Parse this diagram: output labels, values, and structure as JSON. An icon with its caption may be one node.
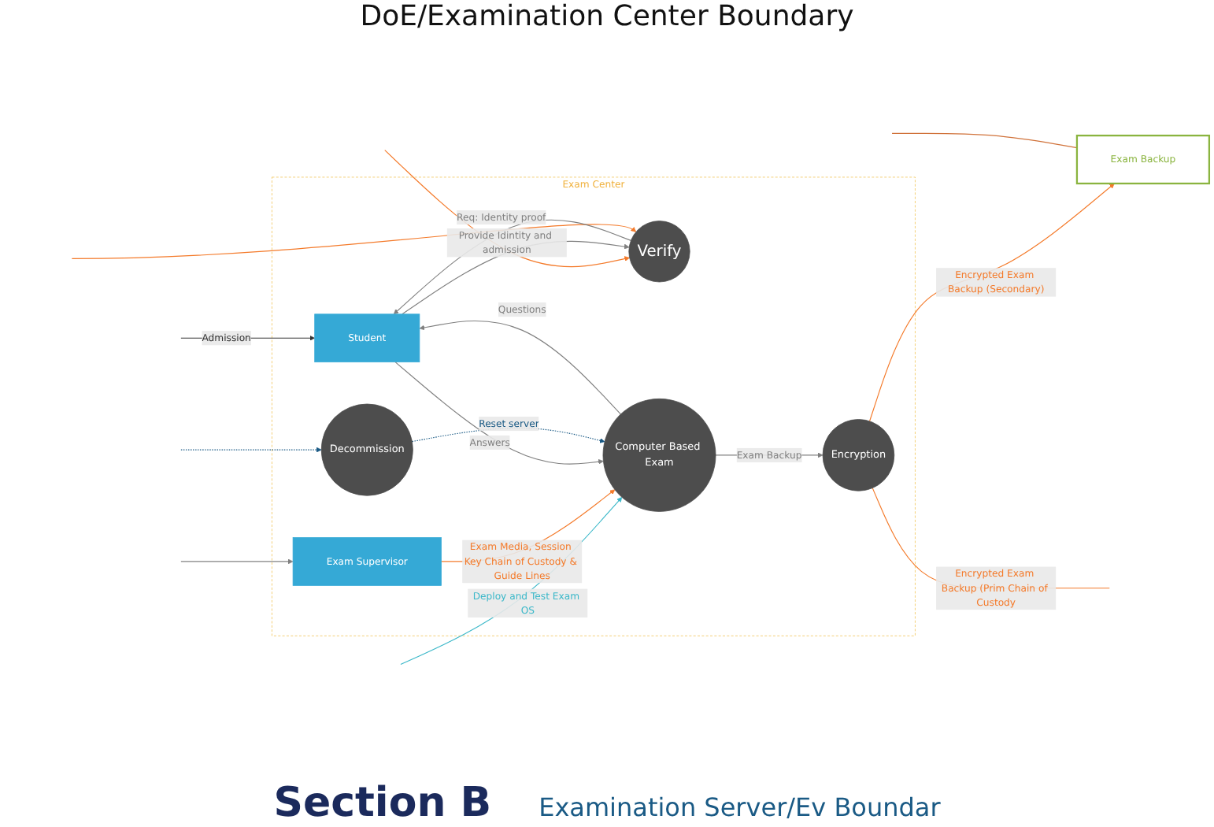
{
  "diagram": {
    "nodes": [
      {
        "text": [
          "Exam Center"
        ]
      },
      {
        "text": [
          "Student"
        ],
        "in": 0
      },
      {
        "text": [
          "Verify"
        ],
        "in": 0
      },
      {
        "text": [
          "Exam Supervisor"
        ],
        "in": 0
      },
      {
        "text": [
          "Decommission"
        ],
        "in": 0
      },
      {
        "text": [
          "Computer Based Exam"
        ],
        "in": 0
      },
      {
        "text": [
          "Encryption"
        ],
        "in": 0
      },
      {
        "text": [
          "Exam Backup"
        ]
      }
    ],
    "edges": [
      {
        "from": null,
        "to": 1,
        "arrow": "to",
        "label": "Admission",
        "color": "#333333"
      },
      {
        "from": null,
        "to": 2,
        "arrow": "to",
        "color": "#f47a2a"
      },
      {
        "from": null,
        "to": 2,
        "arrow": "to",
        "color": "#f47a2a"
      },
      {
        "from": null,
        "to": 3,
        "arrow": "to"
      },
      {
        "from": null,
        "to": 5,
        "arrow": "to",
        "label": "Deploy and Test Exam OS",
        "color": "#3bb8c9"
      },
      {
        "from": 2,
        "to": 1,
        "arrow": "to",
        "label": "Req: Identity proof"
      },
      {
        "from": 1,
        "to": 2,
        "arrow": "to",
        "label": "Provide Idintity and admission"
      },
      {
        "from": 3,
        "to": 5,
        "arrow": "to",
        "label": "Exam Media, Session Key Chain of Custody & Guide Lines",
        "color": "#f47a2a"
      },
      {
        "from": 1,
        "to": 5,
        "arrow": "to",
        "label": "Answers"
      },
      {
        "from": 5,
        "to": 1,
        "arrow": "to",
        "label": "Questions"
      },
      {
        "from": null,
        "to": 4,
        "arrow": "to",
        "style": "dashed",
        "color": "#1a5a85"
      },
      {
        "from": 4,
        "to": 5,
        "arrow": "to",
        "label": "Reset server",
        "style": "dashed",
        "color": "#1a5a85"
      },
      {
        "from": 5,
        "to": 6,
        "arrow": "to",
        "label": "Exam Backup"
      },
      {
        "from": 6,
        "to": 7,
        "arrow": "to",
        "label": "Encrypted Exam Backup (Secondary)",
        "color": "#f47a2a"
      },
      {
        "from": 6,
        "to": null,
        "arrow": "none",
        "label": "Encrypted Exam Backup (Prim Chain of Custody",
        "color": "#f47a2a"
      },
      {
        "from": null,
        "to": 7,
        "arrow": "none",
        "color": "#d0723a"
      }
    ],
    "labels": [
      "DoE/Examination Center Boundary",
      "Section B",
      "Examination Server/Ev Boundar"
    ]
  }
}
